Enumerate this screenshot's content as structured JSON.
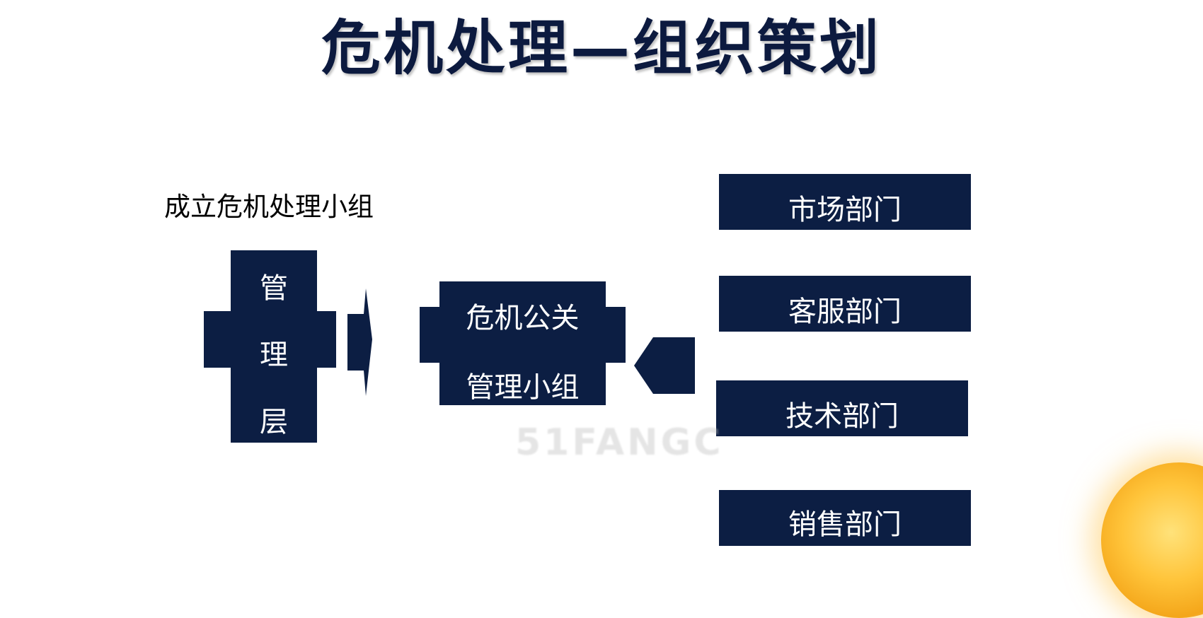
{
  "title": "危机处理—组织策划",
  "subtitle": "成立危机处理小组",
  "management": {
    "chars": [
      "管",
      "理",
      "层"
    ]
  },
  "center": {
    "line1": "危机公关",
    "line2": "管理小组"
  },
  "departments": [
    "市场部门",
    "客服部门",
    "技术部门",
    "销售部门"
  ],
  "watermark": "51FANGC",
  "colors": {
    "navy": "#0c1e43",
    "title": "#0c1a3f"
  }
}
